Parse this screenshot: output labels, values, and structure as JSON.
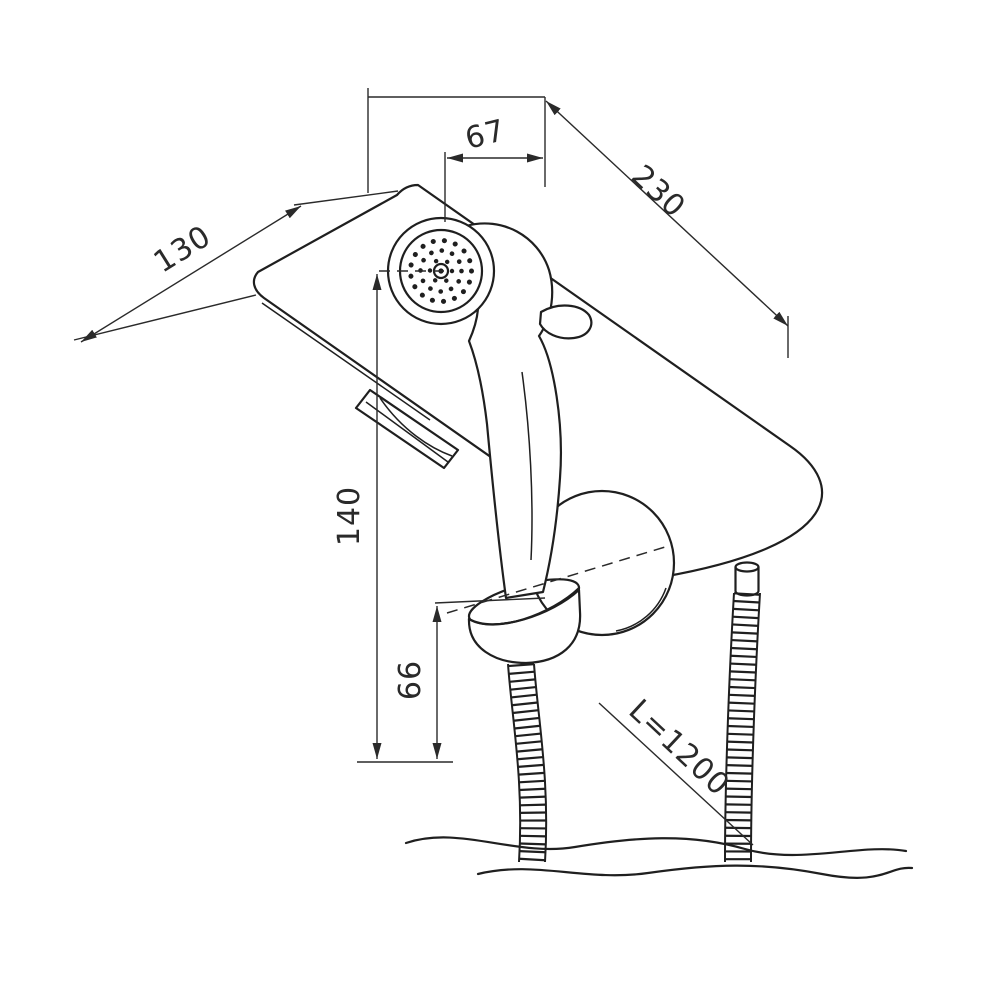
{
  "drawing": {
    "dimensions": {
      "sprayer_offset": "67",
      "shelf_length": "230",
      "shelf_depth": "130",
      "overall_height": "140",
      "holder_height": "66",
      "hose_length": "L=1200"
    },
    "colors": {
      "line": "#1f1f1f",
      "dimension_line": "#2a2a2a",
      "background": "#ffffff"
    }
  }
}
